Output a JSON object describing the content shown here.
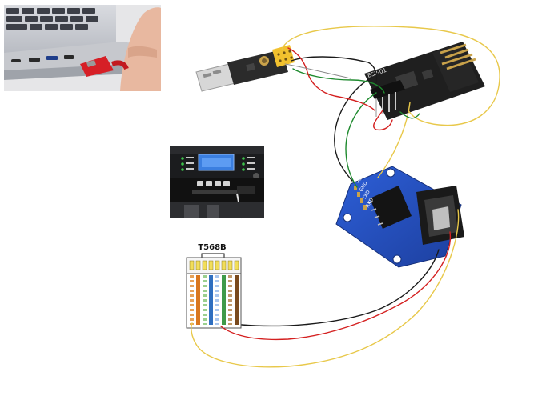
{
  "esp_module": {
    "silkscreen": "ESP-01"
  },
  "rs232_board": {
    "pin_labels": [
      "VCC",
      "GND",
      "TXD",
      "RXD"
    ]
  },
  "rj45": {
    "standard": "T568B",
    "pin_colors": [
      "#e7a35a",
      "#d9771f",
      "#9bd08f",
      "#2f6fc0",
      "#a9c6ee",
      "#3f9a49",
      "#c19a6b",
      "#7a4a1e"
    ],
    "stripe_pins": [
      1,
      3,
      5,
      7
    ]
  },
  "wire_colors": {
    "black": "#1a1a1a",
    "green": "#1e8a2e",
    "red": "#d42020",
    "yellow": "#e8c84a"
  }
}
